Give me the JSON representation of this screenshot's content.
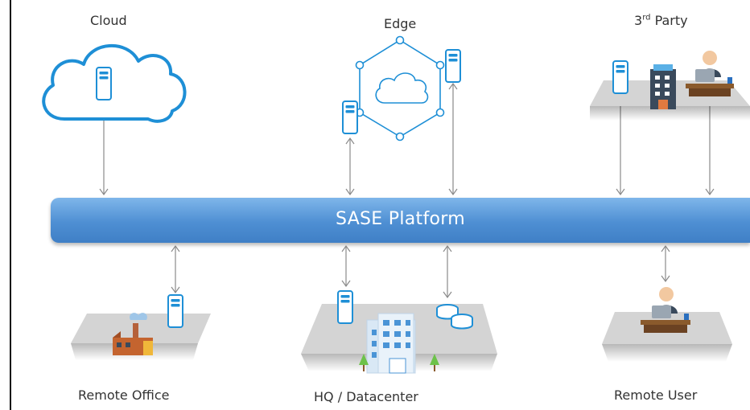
{
  "labels": {
    "cloud": "Cloud",
    "edge": "Edge",
    "third_party_prefix": "3",
    "third_party_sup": "rd",
    "third_party_suffix": " Party",
    "remote_office": "Remote Office",
    "hq_datacenter": "HQ / Datacenter",
    "remote_user": "Remote User"
  },
  "platform": {
    "label": "SASE Platform"
  },
  "colors": {
    "platform_blue": "#4e8fd3",
    "server_blue": "#1e8fd6",
    "platform_tile": "#d4d4d4",
    "arrow": "#8a8a8a"
  },
  "icons": [
    "cloud-icon",
    "server-icon",
    "edge-hexagon-icon",
    "office-building-icon",
    "desk-user-icon",
    "factory-icon",
    "database-icon",
    "skyscraper-icon"
  ]
}
